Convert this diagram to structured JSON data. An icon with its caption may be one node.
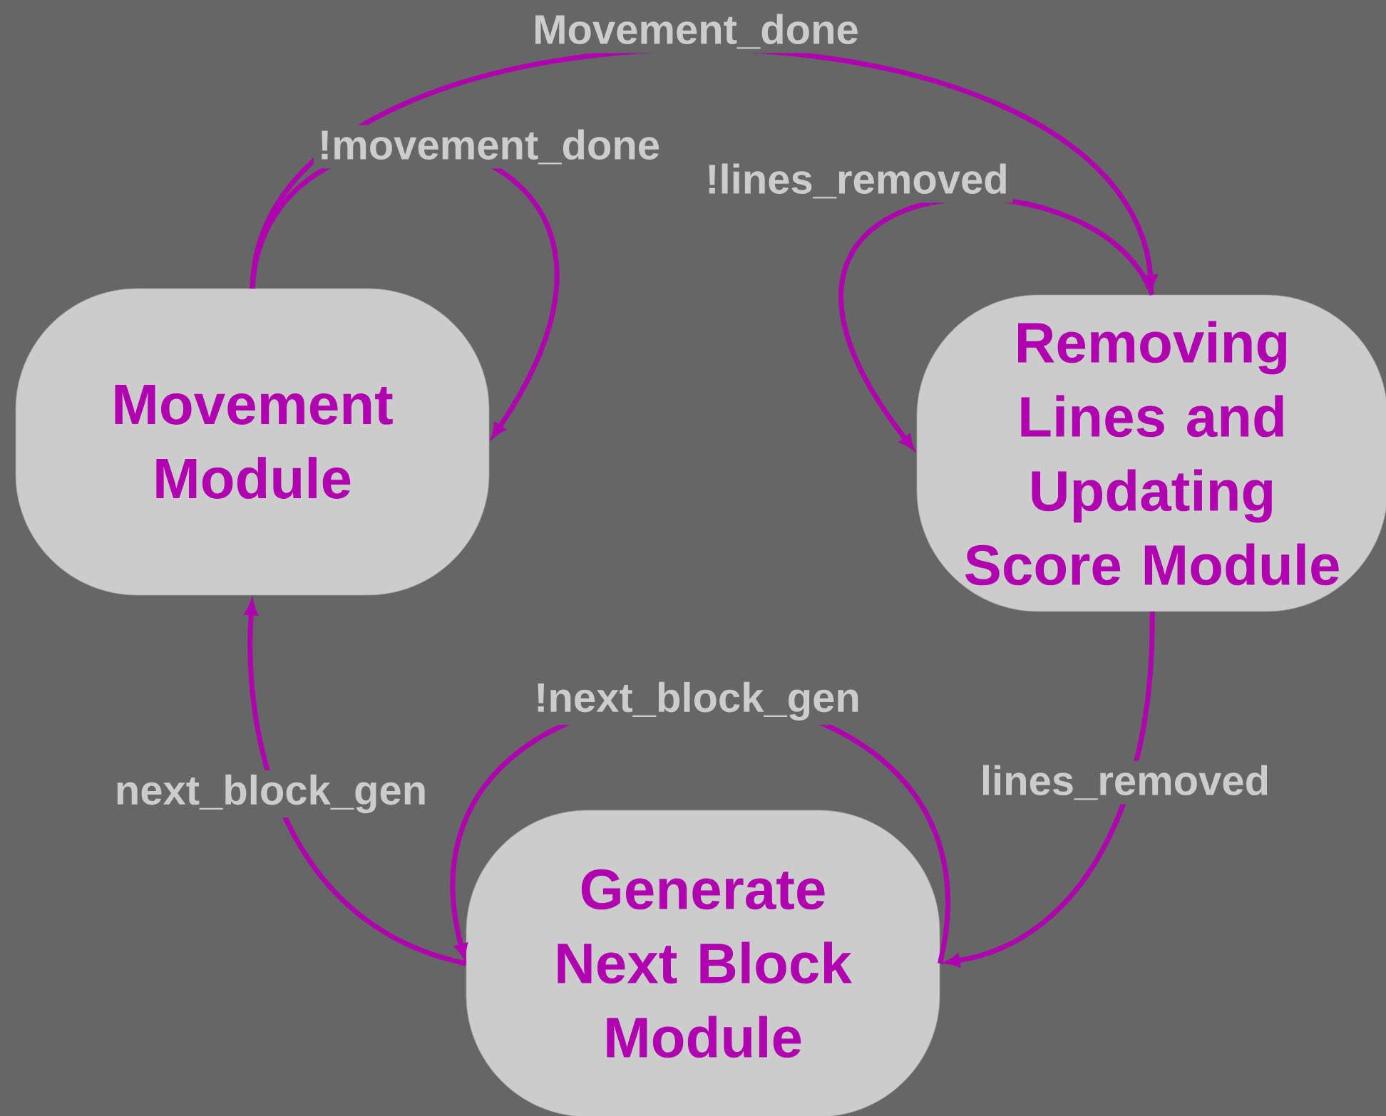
{
  "diagram": {
    "nodes": [
      {
        "text": [
          "Movement Module"
        ]
      },
      {
        "text": [
          "Removing Lines and Updating Score Module"
        ]
      },
      {
        "text": [
          "Generate Next Block Module"
        ]
      }
    ],
    "edges": [
      {
        "from": 0,
        "to": 1,
        "arrow": "to",
        "label": "Movement_done"
      },
      {
        "from": 0,
        "to": 0,
        "arrow": "to",
        "label": "!movement_done"
      },
      {
        "from": 1,
        "to": 1,
        "arrow": "to",
        "label": "!lines_removed"
      },
      {
        "from": 1,
        "to": 2,
        "arrow": "to",
        "label": "lines_removed"
      },
      {
        "from": 2,
        "to": 2,
        "arrow": "to",
        "label": "!next_block_gen"
      },
      {
        "from": 2,
        "to": 0,
        "arrow": "to",
        "label": "next_block_gen"
      }
    ]
  }
}
